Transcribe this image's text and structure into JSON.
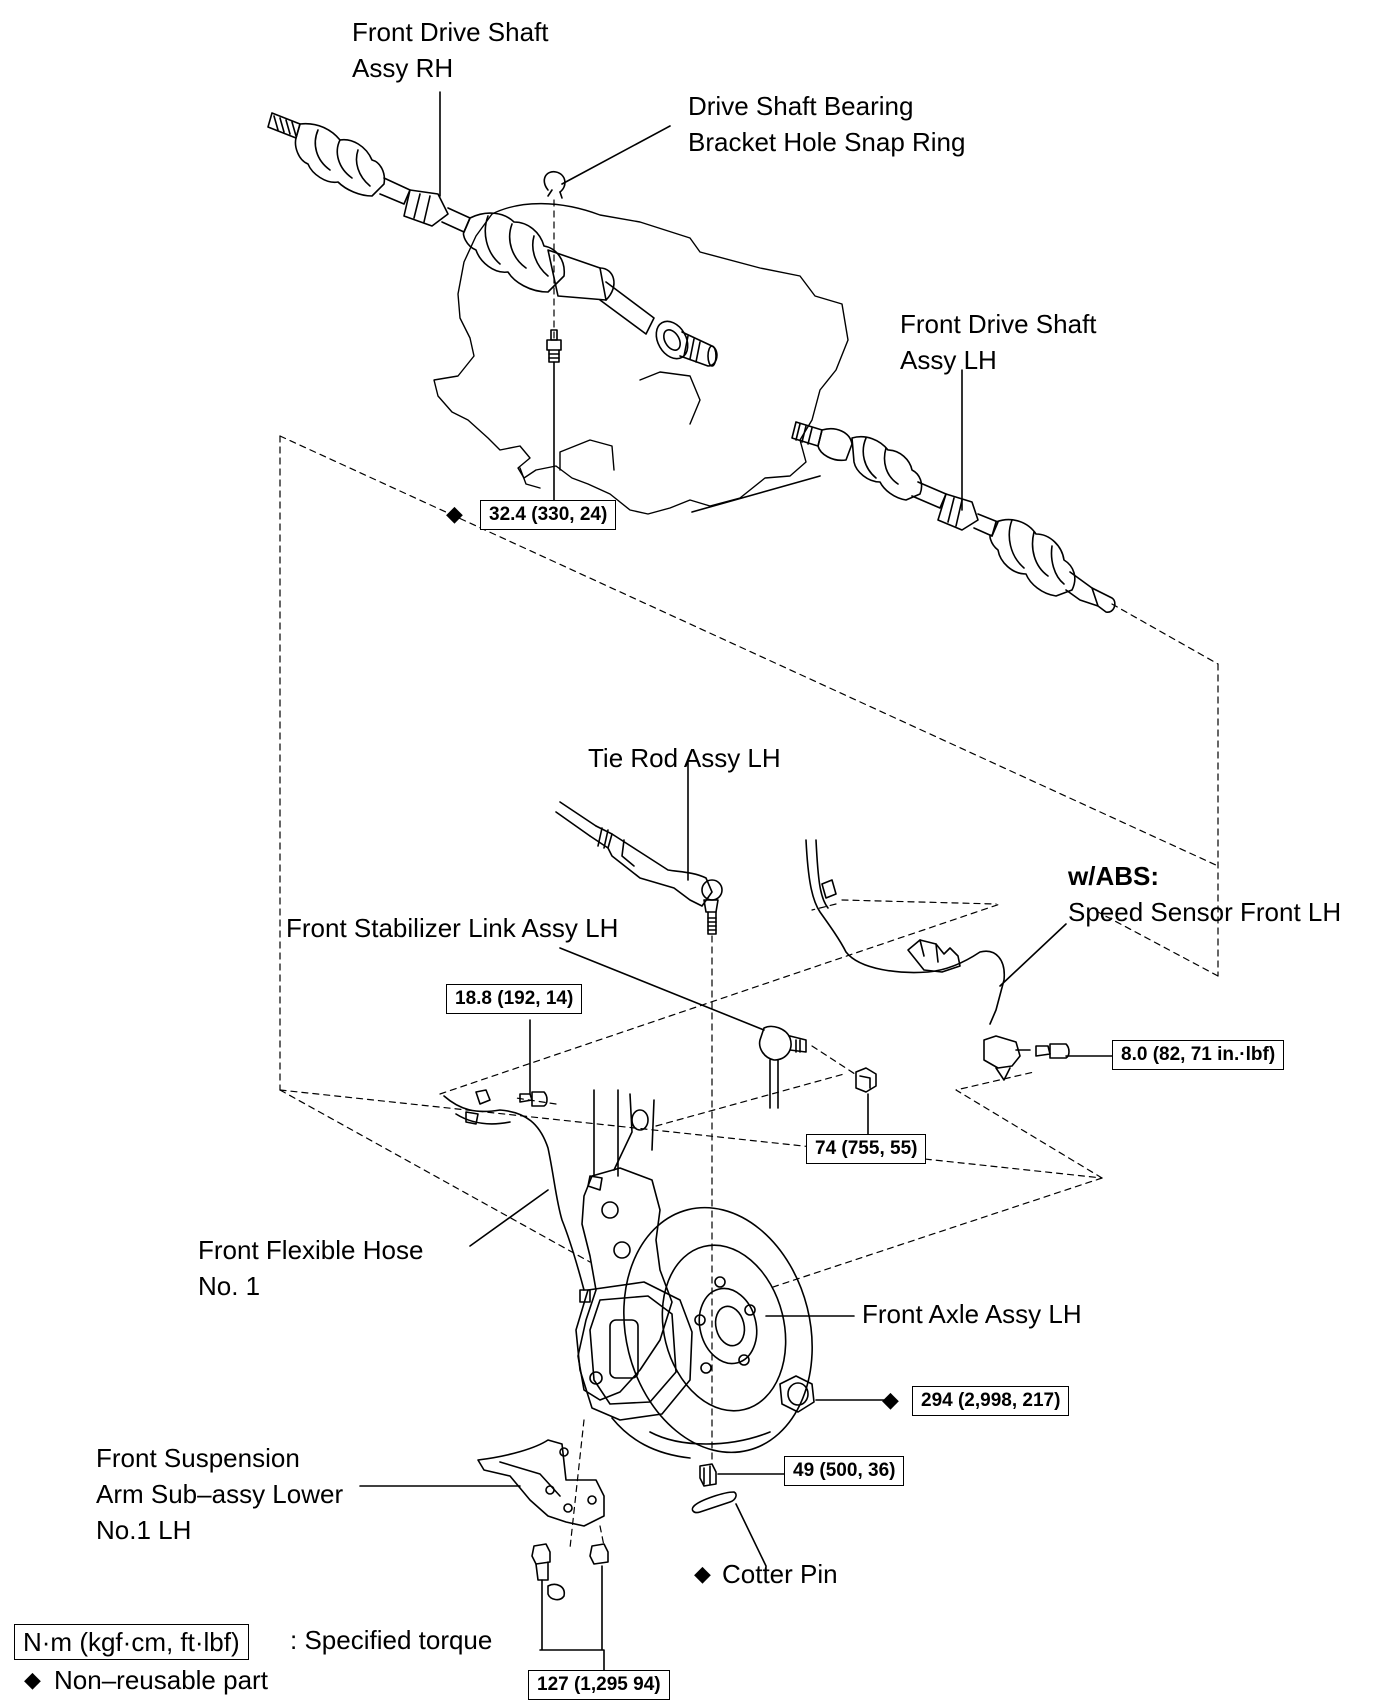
{
  "labels": {
    "drive_shaft_rh": [
      "Front Drive Shaft",
      "Assy RH"
    ],
    "snap_ring": [
      "Drive Shaft Bearing",
      "Bracket Hole Snap Ring"
    ],
    "drive_shaft_lh": [
      "Front Drive Shaft",
      "Assy LH"
    ],
    "tie_rod": "Tie Rod Assy LH",
    "abs_title": "w/ABS:",
    "speed_sensor": "Speed Sensor Front LH",
    "stabilizer_link": "Front Stabilizer Link Assy LH",
    "flexible_hose": [
      "Front Flexible Hose",
      "No. 1"
    ],
    "front_axle": "Front Axle Assy LH",
    "suspension_arm": [
      "Front Suspension",
      "Arm Sub–assy Lower",
      "No.1 LH"
    ],
    "cotter_pin": "Cotter Pin"
  },
  "torques": {
    "bearing_bolt": "32.4 (330, 24)",
    "stabilizer_bolt": "18.8 (192, 14)",
    "sensor_bolt": "8.0 (82, 71 in.·lbf)",
    "stabilizer_nut": "74 (755, 55)",
    "hub_nut": "294 (2,998, 217)",
    "tie_rod_nut": "49 (500, 36)",
    "arm_bolts": "127 (1,295 94)"
  },
  "legend": {
    "unit_box": "N·m (kgf·cm, ft·lbf)",
    "unit_text": ": Specified torque",
    "nonreusable": "Non–reusable part"
  },
  "icons": {
    "non_reusable": "diamond-icon"
  },
  "colors": {
    "ink": "#000000",
    "paper": "#ffffff"
  }
}
